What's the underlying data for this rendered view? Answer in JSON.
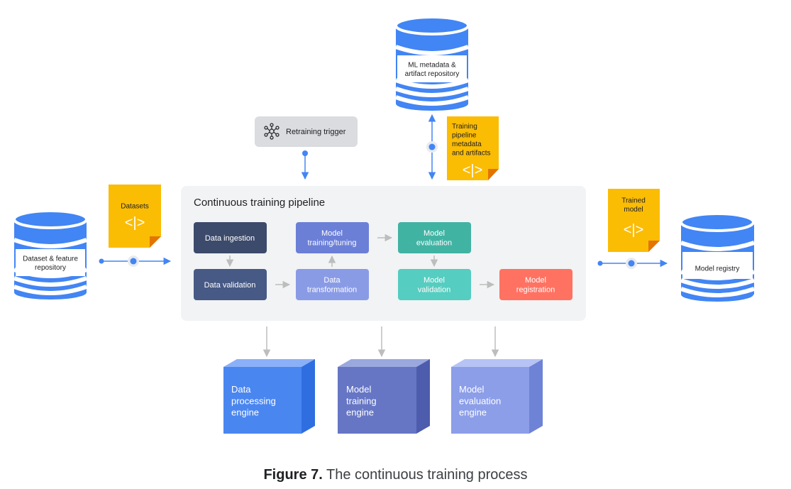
{
  "pipeline": {
    "title": "Continuous training pipeline",
    "steps": {
      "ingestion": [
        "Data ingestion"
      ],
      "validation": [
        "Data validation"
      ],
      "training": [
        "Model",
        "training/tuning"
      ],
      "transformation": [
        "Data",
        "transformation"
      ],
      "evaluation": [
        "Model",
        "evaluation"
      ],
      "model_validation": [
        "Model",
        "validation"
      ],
      "registration": [
        "Model",
        "registration"
      ]
    }
  },
  "stores": {
    "dataset_repo": [
      "Dataset & feature",
      "repository"
    ],
    "metadata_repo": [
      "ML metadata &",
      "artifact repository"
    ],
    "model_registry": [
      "Model registry"
    ]
  },
  "trigger": {
    "label": "Retraining trigger"
  },
  "documents": {
    "datasets": [
      "Datasets"
    ],
    "training_artifacts": [
      "Training",
      "pipeline",
      "metadata",
      "and artifacts"
    ],
    "trained_model": [
      "Trained",
      "model"
    ]
  },
  "engines": {
    "data_processing": [
      "Data",
      "processing",
      "engine"
    ],
    "model_training": [
      "Model",
      "training",
      "engine"
    ],
    "model_evaluation": [
      "Model",
      "evaluation",
      "engine"
    ]
  },
  "caption": {
    "label": "Figure 7.",
    "text": " The continuous training process"
  },
  "colors": {
    "db_blue": "#4285f4",
    "doc_yellow": "#fbbc04",
    "doc_fold": "#e37400",
    "arrow_blue": "#4285f4",
    "arrow_gray": "#bdbdbd",
    "panel": "#f1f3f4",
    "ingestion": "#3c4a6b",
    "validation": "#475985",
    "training": "#6b7fd7",
    "transformation": "#8a9be6",
    "evaluation": "#41b3a3",
    "model_validation": "#55cdc0",
    "registration": "#ff7262"
  }
}
